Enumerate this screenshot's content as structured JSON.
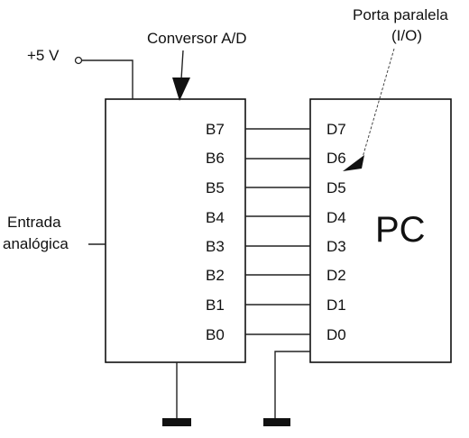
{
  "labels": {
    "supply": "+5 V",
    "converter": "Conversor A/D",
    "port_line1": "Porta paralela",
    "port_line2": "(I/O)",
    "input_line1": "Entrada",
    "input_line2": "analógica",
    "pc": "PC"
  },
  "adc_pins": [
    "B7",
    "B6",
    "B5",
    "B4",
    "B3",
    "B2",
    "B1",
    "B0"
  ],
  "pc_pins": [
    "D7",
    "D6",
    "D5",
    "D4",
    "D3",
    "D2",
    "D1",
    "D0"
  ]
}
